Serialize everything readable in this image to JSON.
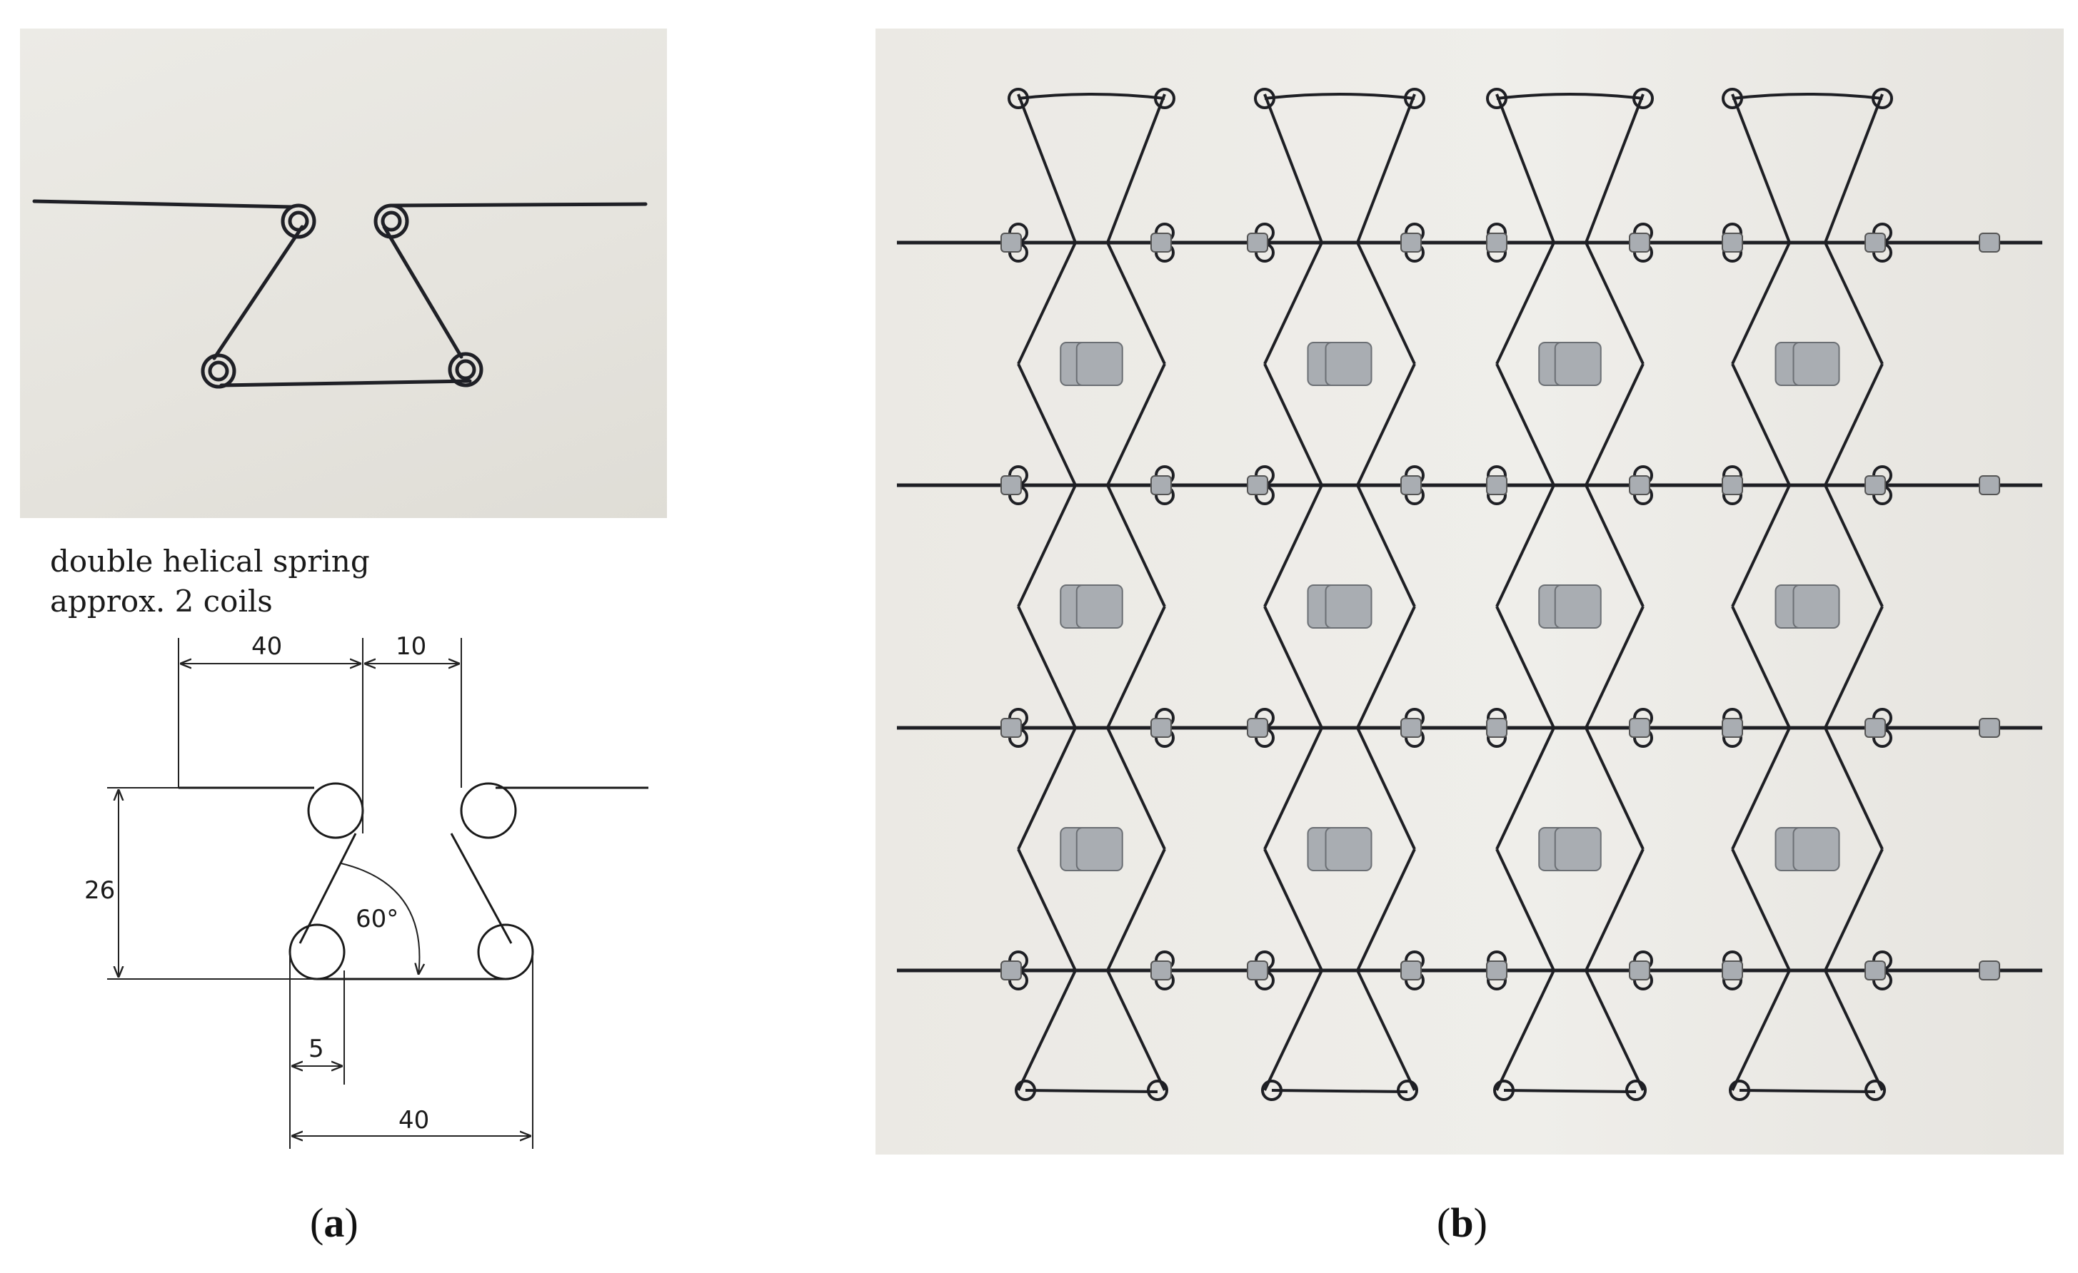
{
  "panel_a": {
    "note_line_1": "double helical spring",
    "note_line_2": "approx. 2 coils",
    "dimensions": {
      "top_left_width": "40",
      "gap_width": "10",
      "height": "26",
      "angle": "60°",
      "coil_offset": "5",
      "bottom_width": "40"
    }
  },
  "captions": {
    "a_open": "(",
    "a_letter": "a",
    "a_close": ")",
    "b_open": "(",
    "b_letter": "b",
    "b_close": ")"
  },
  "colors": {
    "wire": "#1e1f24",
    "background_photo": "#e8e6e1",
    "metal": "#a9adb2"
  }
}
